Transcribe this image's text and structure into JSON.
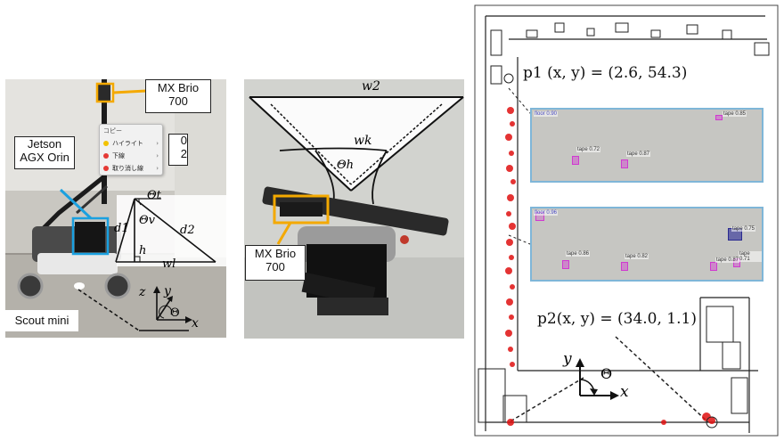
{
  "side_view": {
    "camera_label_line1": "MX Brio",
    "camera_label_line2": "700",
    "jetson_label_line1": "Jetson",
    "jetson_label_line2": "AGX Orin",
    "scout_label": "Scout mini",
    "partial_label_line1": "0",
    "partial_label_line2": "2",
    "symbols": {
      "theta_t": "Θt",
      "theta_v": "Θv",
      "d1": "d1",
      "d2": "d2",
      "h": "h",
      "wl": "wl",
      "z": "z",
      "y": "y",
      "x": "x",
      "theta": "Θ"
    }
  },
  "context_menu": {
    "title": "コピー",
    "items": [
      {
        "label": "ハイライト",
        "color": "#f2c200"
      },
      {
        "label": "下線",
        "color": "#e53935"
      },
      {
        "label": "取り消し線",
        "color": "#e53935"
      }
    ]
  },
  "top_view": {
    "camera_label_line1": "MX Brio",
    "camera_label_line2": "700",
    "symbols": {
      "w2": "w2",
      "wk": "wk",
      "theta_h": "Θh"
    }
  },
  "map_view": {
    "p1_formula": "p1 (x, y) = (2.6, 54.3)",
    "p2_formula": "p2(x, y) = (34.0, 1.1)",
    "axis_y": "y",
    "axis_x": "x",
    "axis_theta": "Θ",
    "detections_top": [
      {
        "text": "floor 0.90"
      },
      {
        "text": "tape 0.85"
      },
      {
        "text": "tape 0.72"
      },
      {
        "text": "tape 0.87"
      }
    ],
    "detections_bottom": [
      {
        "text": "floor 0.96"
      },
      {
        "text": "tape 0.75"
      },
      {
        "text": "tape 0.86"
      },
      {
        "text": "tape 0.82"
      },
      {
        "text": "tape 0.71"
      },
      {
        "text": "tape 0.87"
      }
    ]
  },
  "colors": {
    "callout_orange": "#f4a900",
    "callout_blue": "#1aa0e0",
    "trajectory_red": "#e01010",
    "detection_border": "#7fb6d8",
    "detection_mark": "#d03ad0"
  }
}
